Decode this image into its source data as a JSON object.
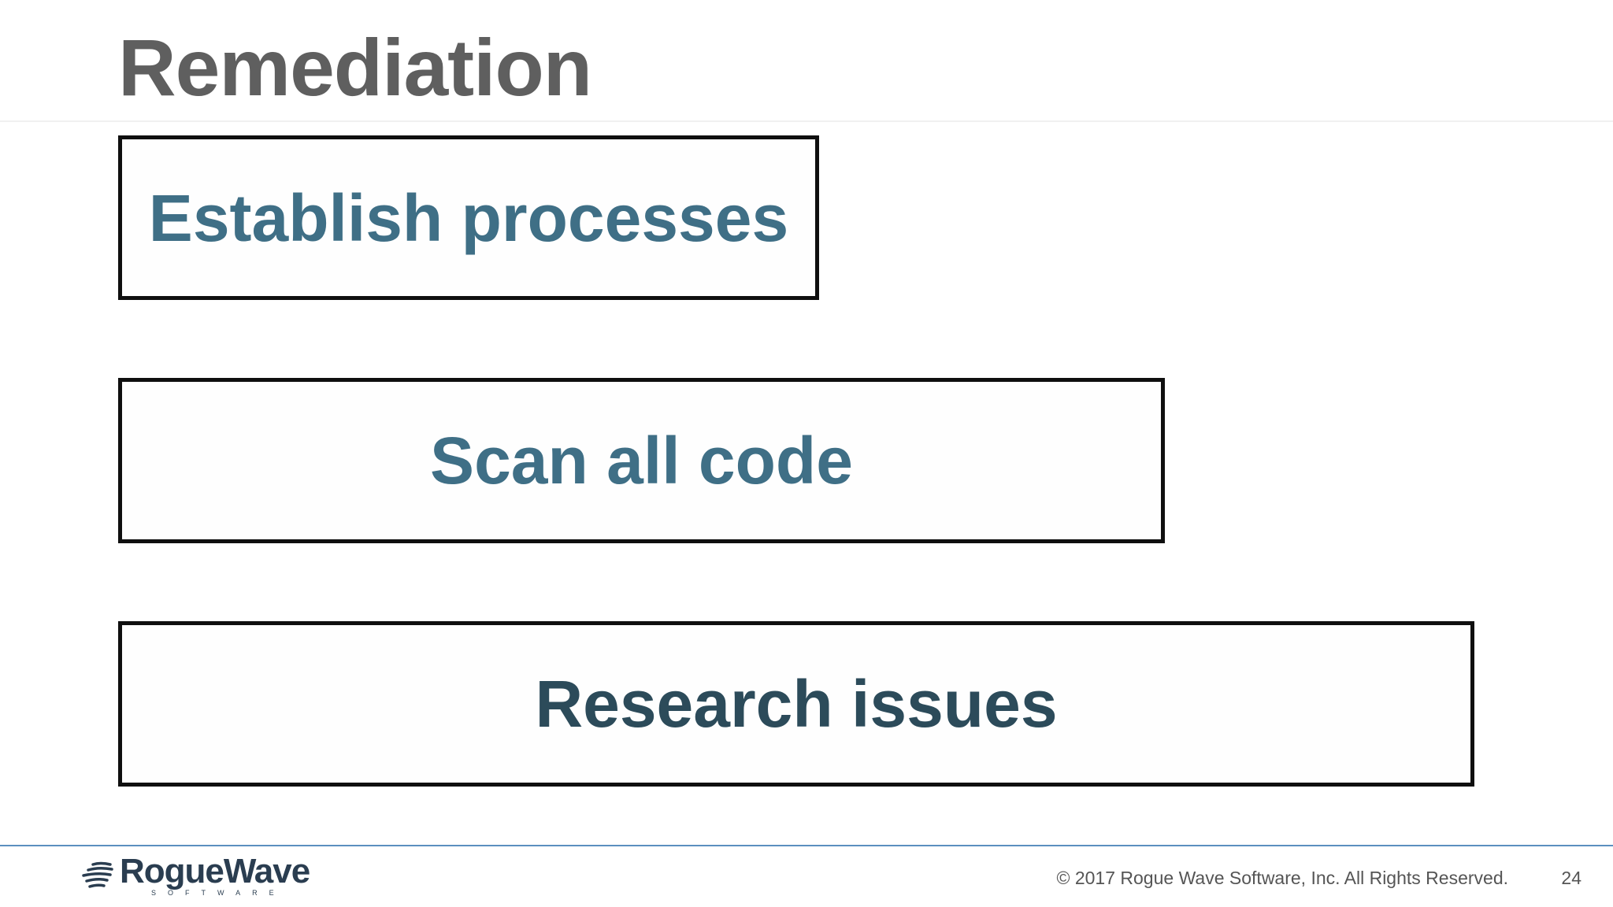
{
  "slide": {
    "title": "Remediation",
    "steps": [
      {
        "label": "Establish processes"
      },
      {
        "label": "Scan all code"
      },
      {
        "label": "Research issues"
      }
    ]
  },
  "footer": {
    "logo_word": "RogueWave",
    "logo_sub": "SOFTWARE",
    "copyright": "© 2017 Rogue Wave Software, Inc. All Rights Reserved.",
    "page_number": "24"
  },
  "colors": {
    "title": "#5f5f5f",
    "step_text": "#3f6f86",
    "step_text_dark": "#2c4b5a",
    "box_border": "#0f0f0f",
    "footer_rule": "#5b8fbf",
    "logo": "#2a3d50"
  },
  "icons": {
    "logo_mark": "rogue-wave-logo-icon"
  }
}
